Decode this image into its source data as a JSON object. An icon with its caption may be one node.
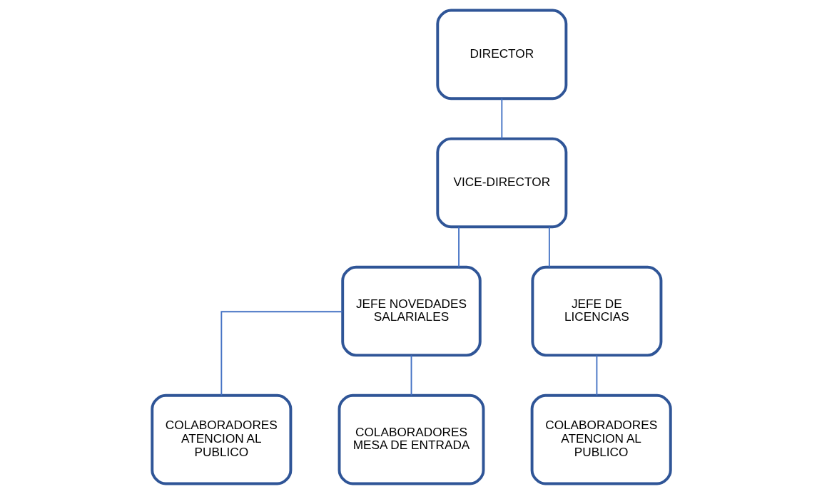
{
  "diagram": {
    "nodes": [
      {
        "text": [
          "DIRECTOR"
        ]
      },
      {
        "text": [
          "VICE-DIRECTOR"
        ]
      },
      {
        "text": [
          "JEFE NOVEDADES SALARIALES"
        ]
      },
      {
        "text": [
          "JEFE DE LICENCIAS"
        ]
      },
      {
        "text": [
          "COLABORADORES ATENCION AL PUBLICO"
        ]
      },
      {
        "text": [
          "COLABORADORES MESA DE ENTRADA"
        ]
      },
      {
        "text": [
          "COLABORADORES ATENCION AL PUBLICO"
        ]
      }
    ],
    "edges": [
      {
        "from": 0,
        "to": 1,
        "arrow": "none"
      },
      {
        "from": 1,
        "to": 2,
        "arrow": "none"
      },
      {
        "from": 1,
        "to": 3,
        "arrow": "none"
      },
      {
        "from": 2,
        "to": 4,
        "arrow": "none"
      },
      {
        "from": 2,
        "to": 5,
        "arrow": "none"
      },
      {
        "from": 3,
        "to": 6,
        "arrow": "none"
      }
    ]
  }
}
